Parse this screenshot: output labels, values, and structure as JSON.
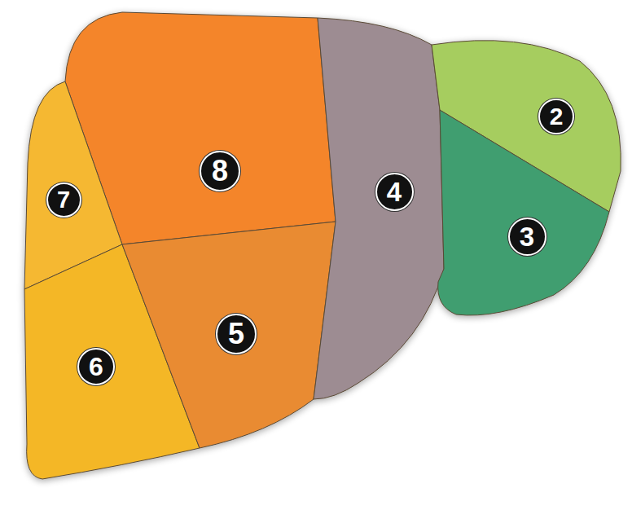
{
  "diagram": {
    "labels": [
      "2",
      "8",
      "4",
      "7",
      "3",
      "5",
      "6"
    ]
  }
}
